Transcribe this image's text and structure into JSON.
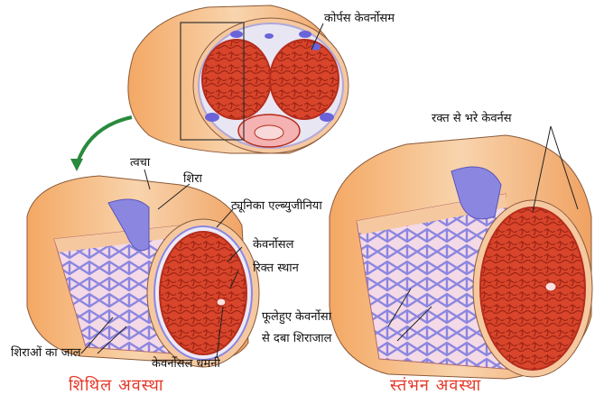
{
  "labels": {
    "corpus_cavernosum": "कोर्पस केवर्नोसम",
    "skin": "त्वचा",
    "vein": "शिरा",
    "tunica_albuginea": "ट्यूनिका एल्ब्युजीनिया",
    "cavernous_space_line1": "केवर्नोसल",
    "cavernous_space_line2": "रिक्त स्थान",
    "blood_filled_caverns": "रक्त से भरे केवर्नस",
    "compressed_venous_line1": "फूलेहुए केवर्नोसा",
    "compressed_venous_line2": "से दबा शिराजाल",
    "venous_network": "शिराओं का जाल",
    "cavernous_artery": "केवर्नोसल धमनी"
  },
  "captions": {
    "flaccid_state": "शिथिल अवस्था",
    "erect_state": "स्तंभन अवस्था"
  },
  "colors": {
    "tissue_red": "#d8452b",
    "tissue_dark": "#b52c1c",
    "skin_outer": "#f2b27d",
    "skin_light": "#f8d4ad",
    "vein_blue": "#8b86e0",
    "caption_red": "#e53a2a",
    "arrow_green": "#2a8a3c"
  }
}
